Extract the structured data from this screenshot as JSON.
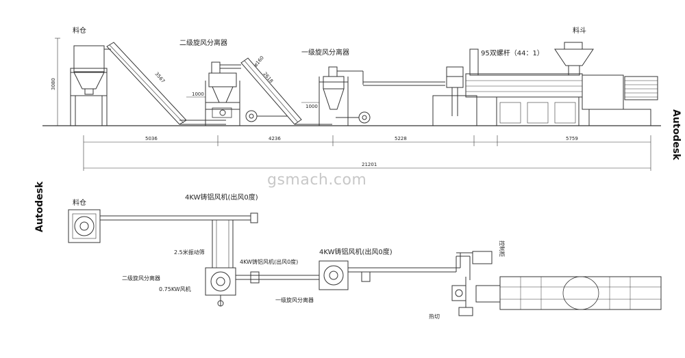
{
  "labels": {
    "hopper_bin": "料仓",
    "feed_hopper": "料斗",
    "cyclone_2": "二级旋风分离器",
    "cyclone_1": "一级旋风分离器",
    "extruder": "95双螺杆（44：1）",
    "fan_4kw_top": "4KW铸铝风机(出风0度)",
    "fan_4kw_mid": "4KW铸铝风机(出风0度)",
    "fan_4kw_right": "4KW铸铝风机(出风0度)",
    "vibrating_screen": "2.5米振动筛",
    "cyclone_2_plan": "二级旋风分离器",
    "fan_075kw": "0.75KW风机",
    "cyclone_1_plan": "一级旋风分离器",
    "hot_cut": "热切",
    "control_box": "控制柜",
    "hopper_bin_plan": "料仓"
  },
  "dimensions": {
    "height": "3080",
    "d1": "5036",
    "d2": "4236",
    "d3": "5228",
    "d4": "5759",
    "total": "21201",
    "incline1": "3567",
    "incline2": "2618",
    "dia": "ø160",
    "w1": "1000",
    "w2": "1000"
  },
  "watermark": "gsmach.com",
  "brand": "Autodesk"
}
